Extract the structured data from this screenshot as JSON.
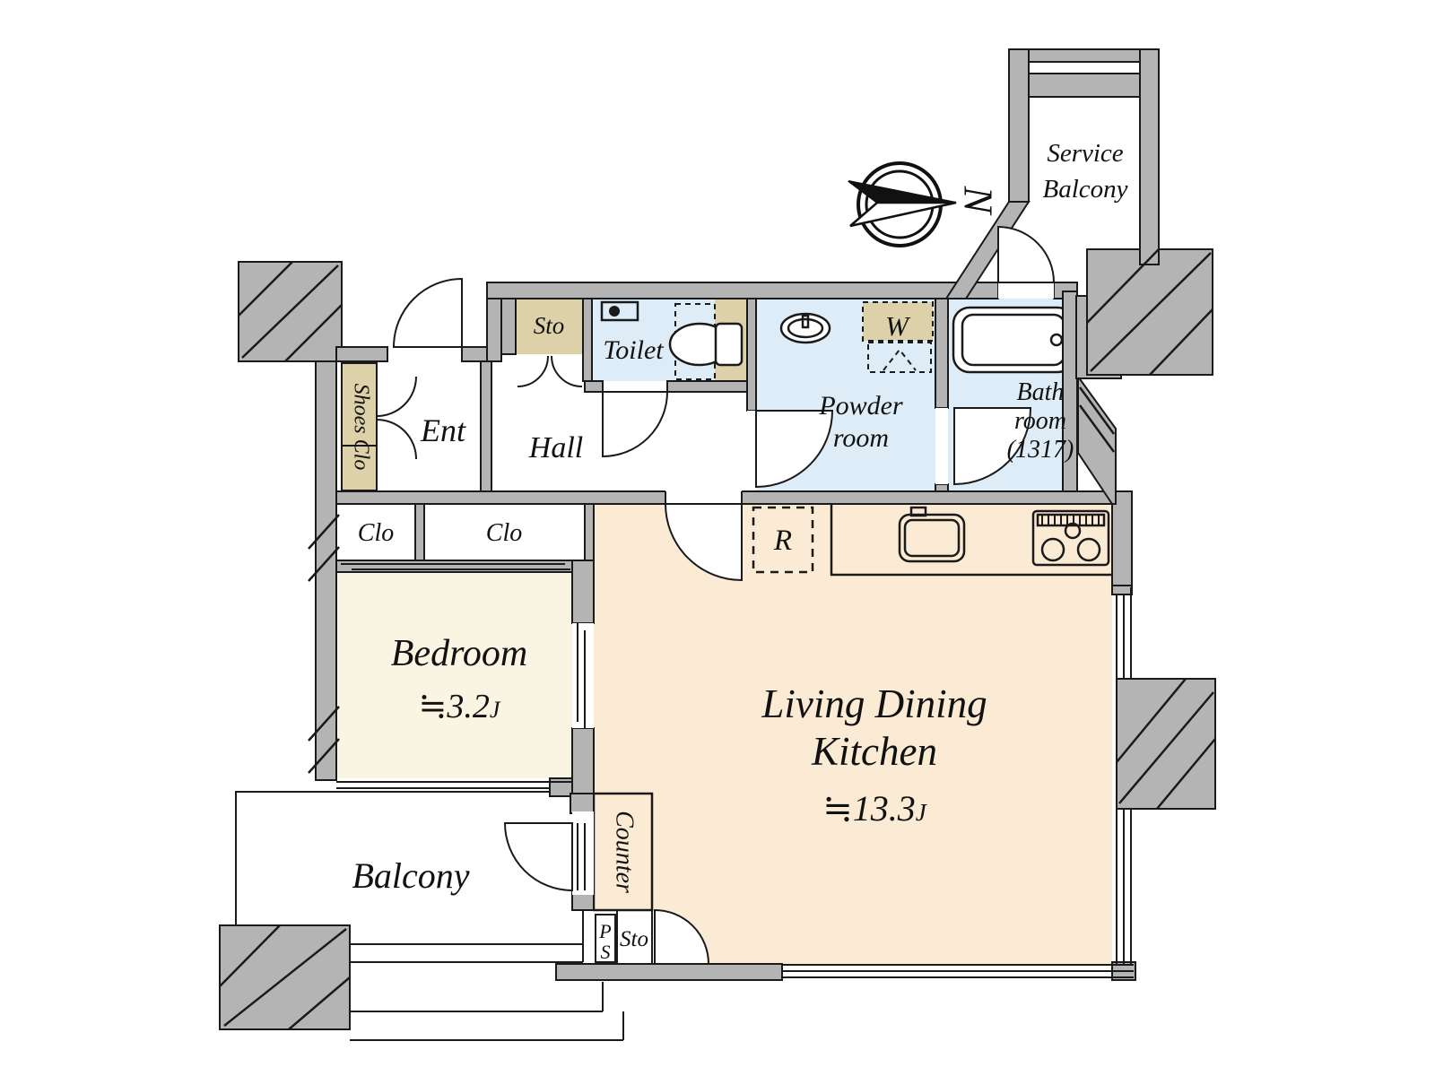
{
  "plan": {
    "labels": {
      "service_balcony_1": "Service",
      "service_balcony_2": "Balcony",
      "north": "N",
      "sto_entry": "Sto",
      "toilet": "Toilet",
      "powder_1": "Powder",
      "powder_2": "room",
      "washer": "W",
      "bath_1": "Bath",
      "bath_2": "room",
      "bath_3": "(1317)",
      "shoes_clo": "Shoes Clo",
      "ent": "Ent",
      "hall": "Hall",
      "clo_left": "Clo",
      "clo_right": "Clo",
      "bedroom": "Bedroom",
      "bedroom_size": "≒3.2",
      "bedroom_size_unit": "J",
      "ldk_1": "Living Dining",
      "ldk_2": "Kitchen",
      "ldk_size": "≒13.3",
      "ldk_size_unit": "J",
      "fridge": "R",
      "counter": "Counter",
      "ps_1": "P",
      "ps_2": "S",
      "sto_kitchen": "Sto",
      "balcony": "Balcony"
    },
    "palette": {
      "wall_gray": "#b4b4b4",
      "outline_black": "#1a1a1a",
      "wet_area_blue": "#ddecf7",
      "closet_tan": "#ddd1a9",
      "ldk_cream": "#fcebd4",
      "bedroom_ivory": "#faf5e3",
      "white": "#ffffff"
    }
  }
}
